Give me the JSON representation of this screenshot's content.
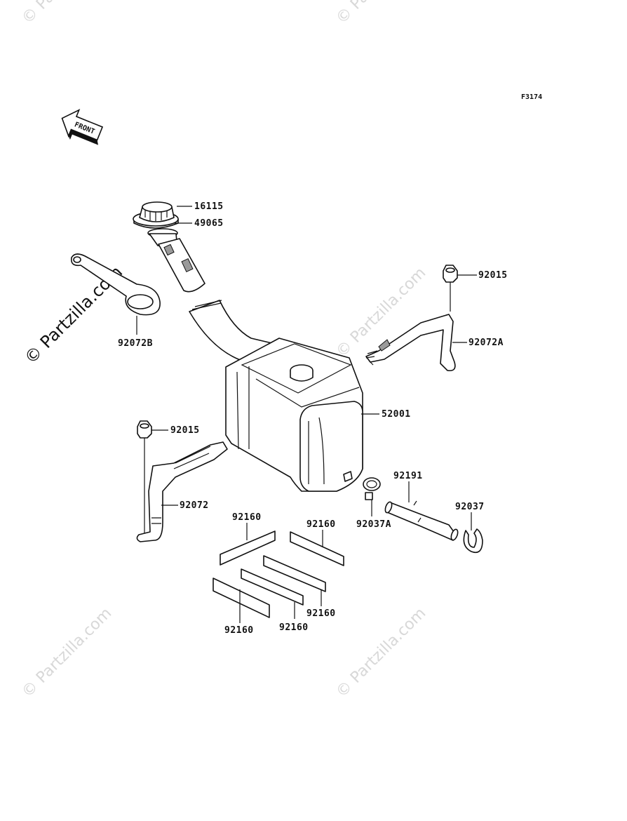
{
  "figure_code": "F3174",
  "front_label": "FRONT",
  "watermark_text": "© Partzilla.com",
  "watermark_main": "© Partzilla.com",
  "callouts": {
    "cap": "16115",
    "gasket_filter": "49065",
    "strap_b": "92072B",
    "nut_right": "92015",
    "bracket_right": "92072A",
    "tank": "52001",
    "nut_left": "92015",
    "bracket_left": "92072",
    "pad_1": "92160",
    "pad_2": "92160",
    "pad_3": "92160",
    "pad_4": "92160",
    "pad_5": "92160",
    "hose": "92191",
    "clamp_a": "92037A",
    "clamp": "92037"
  }
}
